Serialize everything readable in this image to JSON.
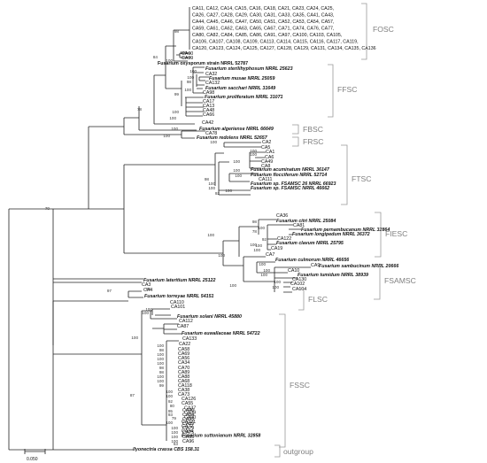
{
  "fosc_lines": [
    "CA11, CA12, CA14, CA15, CA16, CA18, CA21, CA23, CA24, CA25,",
    "CA26, CA27, CA28, CA29, CA30, CA31, CA33, CA35, CA41, CA43,",
    "CA44, CA45, CA46, CA47, CA50, CA51, CA52, CA53, CA54, CA57,",
    "CA59, CA61, CA62, CA63, CA65, CA67, CA71, CA74, CA76, CA77,",
    "CA80, CA82, CA84, CA85, CA86, CA91, CA97, CA100, CA103, CA105,",
    "CA106, CA107, CA108, CA109, CA113, CA114, CA115, CA116, CA117, CA119,",
    "CA120, CA123, CA124, CA125, CA127, CA128, CA129, CA131, CA134, CA135, CA136"
  ],
  "groups": [
    "FOSC",
    "FFSC",
    "FBSC",
    "FRSC",
    "FTSC",
    "FIESC",
    "FSAMSC",
    "FLSC",
    "FSSC",
    "outgroup"
  ],
  "scale_label": "0.050",
  "leaves": [
    {
      "id": "ca60",
      "label": "CA60",
      "style": "plain",
      "color": "#111"
    },
    {
      "id": "ca99",
      "label": "CA99",
      "style": "plain",
      "color": "#111"
    },
    {
      "id": "foxy",
      "label": "Fusarium oxysporum strain NRRL 52787",
      "style": "bold",
      "color": "#111"
    },
    {
      "id": "fster",
      "label": "Fusarium sterilihyphosum NRRL 25623",
      "style": "ital",
      "color": "#111"
    },
    {
      "id": "ca32",
      "label": "CA32",
      "style": "plain",
      "color": "#111"
    },
    {
      "id": "fmus",
      "label": "Fusarium musae NRRL 25059",
      "style": "ital",
      "color": "#111"
    },
    {
      "id": "ca132",
      "label": "CA132",
      "style": "plain",
      "color": "#111"
    },
    {
      "id": "fsac",
      "label": "Fusarium sacchari NRRL 31649",
      "style": "ital",
      "color": "#111"
    },
    {
      "id": "ca98",
      "label": "CA98",
      "style": "plain",
      "color": "#111"
    },
    {
      "id": "fpro",
      "label": "Fusarium proliferatum NRRL 31071",
      "style": "ital",
      "color": "#111"
    },
    {
      "id": "ca17",
      "label": "CA17",
      "style": "plain",
      "color": "#111"
    },
    {
      "id": "ca13",
      "label": "CA13",
      "style": "plain",
      "color": "#111"
    },
    {
      "id": "ca48",
      "label": "CA48",
      "style": "plain",
      "color": "#111"
    },
    {
      "id": "ca66",
      "label": "CA66",
      "style": "plain",
      "color": "#111"
    },
    {
      "id": "ca42",
      "label": "CA42",
      "style": "plain",
      "color": "#111"
    },
    {
      "id": "falg",
      "label": "Fusarium algeriense NRRL 66649",
      "style": "ital",
      "color": "#111"
    },
    {
      "id": "ca78",
      "label": "CA78",
      "style": "plain",
      "color": "#111"
    },
    {
      "id": "fred",
      "label": "Fusarium redolens NRRL 52657",
      "style": "ital",
      "color": "#111"
    },
    {
      "id": "ca2",
      "label": "CA2",
      "style": "plain",
      "color": "#111"
    },
    {
      "id": "ca5",
      "label": "CA5",
      "style": "plain",
      "color": "#111"
    },
    {
      "id": "ca1",
      "label": "CA1",
      "style": "plain",
      "color": "#111"
    },
    {
      "id": "ca6",
      "label": "CA6",
      "style": "plain",
      "color": "#111"
    },
    {
      "id": "ca49",
      "label": "CA49",
      "style": "plain",
      "color": "#111"
    },
    {
      "id": "ca8",
      "label": "CA8",
      "style": "plain",
      "color": "#111"
    },
    {
      "id": "facu",
      "label": "Fusarium acuminatum NRRL 36147",
      "style": "ital",
      "color": "#111"
    },
    {
      "id": "fflo",
      "label": "Fusarium flocciferum NRRL 52714",
      "style": "ital",
      "color": "#111"
    },
    {
      "id": "ca111",
      "label": "CA111",
      "style": "plain",
      "color": "#111"
    },
    {
      "id": "fsp1",
      "label": "Fusarium sp. FSAMSC 26 NRRL 66923",
      "style": "ital",
      "color": "#111"
    },
    {
      "id": "fsp2",
      "label": "Fusarium sp. FSAMSC NRRL 46662",
      "style": "ital",
      "color": "#111"
    },
    {
      "id": "ca36",
      "label": "CA36",
      "style": "plain",
      "color": "#111"
    },
    {
      "id": "fcit",
      "label": "Fusarium citri NRRL 25084",
      "style": "ital",
      "color": "#111"
    },
    {
      "id": "ca81",
      "label": "CA81",
      "style": "plain",
      "color": "#111"
    },
    {
      "id": "fper",
      "label": "Fusarium pernambucanum NRRL 32864",
      "style": "ital",
      "color": "#111"
    },
    {
      "id": "flon",
      "label": "Fusarium longipedum NRRL 36372",
      "style": "ital",
      "color": "#111"
    },
    {
      "id": "ca122",
      "label": "CA122",
      "style": "plain",
      "color": "#111"
    },
    {
      "id": "fcla",
      "label": "Fusarium clavum NRRL 25795",
      "style": "ital",
      "color": "#111"
    },
    {
      "id": "ca19",
      "label": "CA19",
      "style": "plain",
      "color": "#111"
    },
    {
      "id": "ca7",
      "label": "CA7",
      "style": "plain",
      "color": "#111"
    },
    {
      "id": "fcul",
      "label": "Fusarium culmorum NRRL 46656",
      "style": "ital",
      "color": "#111"
    },
    {
      "id": "ca9",
      "label": "CA9",
      "style": "plain",
      "color": "#111"
    },
    {
      "id": "fsam",
      "label": "Fusarium sambucinum NRRL 20666",
      "style": "ital",
      "color": "#111"
    },
    {
      "id": "ca10",
      "label": "CA10",
      "style": "plain",
      "color": "#111"
    },
    {
      "id": "ftum",
      "label": "Fusarium tumidum NRRL 38939",
      "style": "ital",
      "color": "#111"
    },
    {
      "id": "ca130",
      "label": "CA130",
      "style": "plain",
      "color": "#111"
    },
    {
      "id": "ca102",
      "label": "CA102",
      "style": "plain",
      "color": "#111"
    },
    {
      "id": "ca104",
      "label": "CA104",
      "style": "plain",
      "color": "#111"
    },
    {
      "id": "flat",
      "label": "Fusarium lateritium NRRL 25122",
      "style": "ital",
      "color": "#111"
    },
    {
      "id": "ca3",
      "label": "CA3",
      "style": "plain",
      "color": "#111"
    },
    {
      "id": "ca4",
      "label": "CA4",
      "style": "plain",
      "color": "#111"
    },
    {
      "id": "ftor",
      "label": "Fusarium torreyae NRRL 54151",
      "style": "ital",
      "color": "#111"
    },
    {
      "id": "ca110",
      "label": "CA110",
      "style": "plain",
      "color": "#111"
    },
    {
      "id": "ca101",
      "label": "CA101",
      "style": "plain",
      "color": "#111"
    },
    {
      "id": "fsol",
      "label": "Fusarium solani NRRL 45880",
      "style": "ital",
      "color": "#111"
    },
    {
      "id": "ca112",
      "label": "CA112",
      "style": "plain",
      "color": "#111"
    },
    {
      "id": "ca87",
      "label": "CA87",
      "style": "plain",
      "color": "#111"
    },
    {
      "id": "feum",
      "label": "Fusarium euwallaceae NRRL 54722",
      "style": "ital",
      "color": "#111"
    },
    {
      "id": "ca133",
      "label": "CA133",
      "style": "plain",
      "color": "#111"
    },
    {
      "id": "ca22",
      "label": "CA22",
      "style": "plain",
      "color": "#111"
    },
    {
      "id": "ca58",
      "label": "CA58",
      "style": "plain",
      "color": "#111"
    },
    {
      "id": "ca69",
      "label": "CA69",
      "style": "plain",
      "color": "#111"
    },
    {
      "id": "ca56",
      "label": "CA56",
      "style": "plain",
      "color": "#111"
    },
    {
      "id": "ca34",
      "label": "CA34",
      "style": "plain",
      "color": "#111"
    },
    {
      "id": "ca70",
      "label": "CA70",
      "style": "plain",
      "color": "#111"
    },
    {
      "id": "ca89",
      "label": "CA89",
      "style": "plain",
      "color": "#111"
    },
    {
      "id": "ca88",
      "label": "CA88",
      "style": "plain",
      "color": "#111"
    },
    {
      "id": "ca68",
      "label": "CA68",
      "style": "plain",
      "color": "#111"
    },
    {
      "id": "ca118",
      "label": "CA118",
      "style": "plain",
      "color": "#111"
    },
    {
      "id": "ca38",
      "label": "CA38",
      "style": "plain",
      "color": "#111"
    },
    {
      "id": "ca73",
      "label": "CA73",
      "style": "plain",
      "color": "#111"
    },
    {
      "id": "ca126",
      "label": "CA126",
      "style": "plain",
      "color": "#111"
    },
    {
      "id": "ca55",
      "label": "CA55",
      "style": "plain",
      "color": "#111"
    },
    {
      "id": "ca37",
      "label": "CA37",
      "style": "plain",
      "color": "#111"
    },
    {
      "id": "ca39",
      "label": "CA39",
      "style": "plain",
      "color": "#111"
    },
    {
      "id": "ca90",
      "label": "CA90",
      "style": "plain",
      "color": "#111"
    },
    {
      "id": "ca121",
      "label": "CA121",
      "style": "plain",
      "color": "#111"
    },
    {
      "id": "ca72",
      "label": "CA72",
      "style": "plain",
      "color": "#111"
    },
    {
      "id": "ca94",
      "label": "CA94",
      "style": "plain",
      "color": "#111"
    },
    {
      "id": "fsut",
      "label": "Fusarium suttonianum NRRL 32858",
      "style": "ital",
      "color": "#111"
    },
    {
      "id": "ca40",
      "label": "CA40",
      "style": "plain",
      "color": "#111"
    },
    {
      "id": "ca64",
      "label": "CA64",
      "style": "plain",
      "color": "#111"
    },
    {
      "id": "ca93",
      "label": "CA93",
      "style": "plain",
      "color": "#111"
    },
    {
      "id": "ca89b",
      "label": "CA89",
      "style": "plain",
      "color": "#111"
    },
    {
      "id": "ca79",
      "label": "CA79",
      "style": "plain",
      "color": "#111"
    },
    {
      "id": "ca75",
      "label": "CA75",
      "style": "plain",
      "color": "#111"
    },
    {
      "id": "ca95",
      "label": "CA95",
      "style": "plain",
      "color": "#111"
    },
    {
      "id": "ca96",
      "label": "CA96",
      "style": "plain",
      "color": "#111"
    },
    {
      "id": "ilyo",
      "label": "Ilyonectria crassa CBS 158.31",
      "style": "ital",
      "color": "#111"
    }
  ],
  "supports": [
    "98",
    "84",
    "100",
    "100",
    "100",
    "100",
    "98",
    "100",
    "99",
    "78",
    "100",
    "100",
    "100",
    "100",
    "100",
    "100",
    "100",
    "100",
    "100",
    "100",
    "100",
    "100",
    "92",
    "98",
    "100",
    "98",
    "100",
    "78",
    "92",
    "100",
    "100",
    "100",
    "100",
    "100",
    "100",
    "100",
    "100",
    "100",
    "100",
    "100",
    "70",
    "93",
    "100",
    "100",
    "100",
    "100",
    "98",
    "100",
    "100",
    "100",
    "98",
    "98",
    "100",
    "100",
    "99",
    "100",
    "100",
    "92",
    "80",
    "95",
    "93",
    "79",
    "100",
    "100",
    "100",
    "100",
    "100",
    "87",
    "63",
    "97"
  ]
}
